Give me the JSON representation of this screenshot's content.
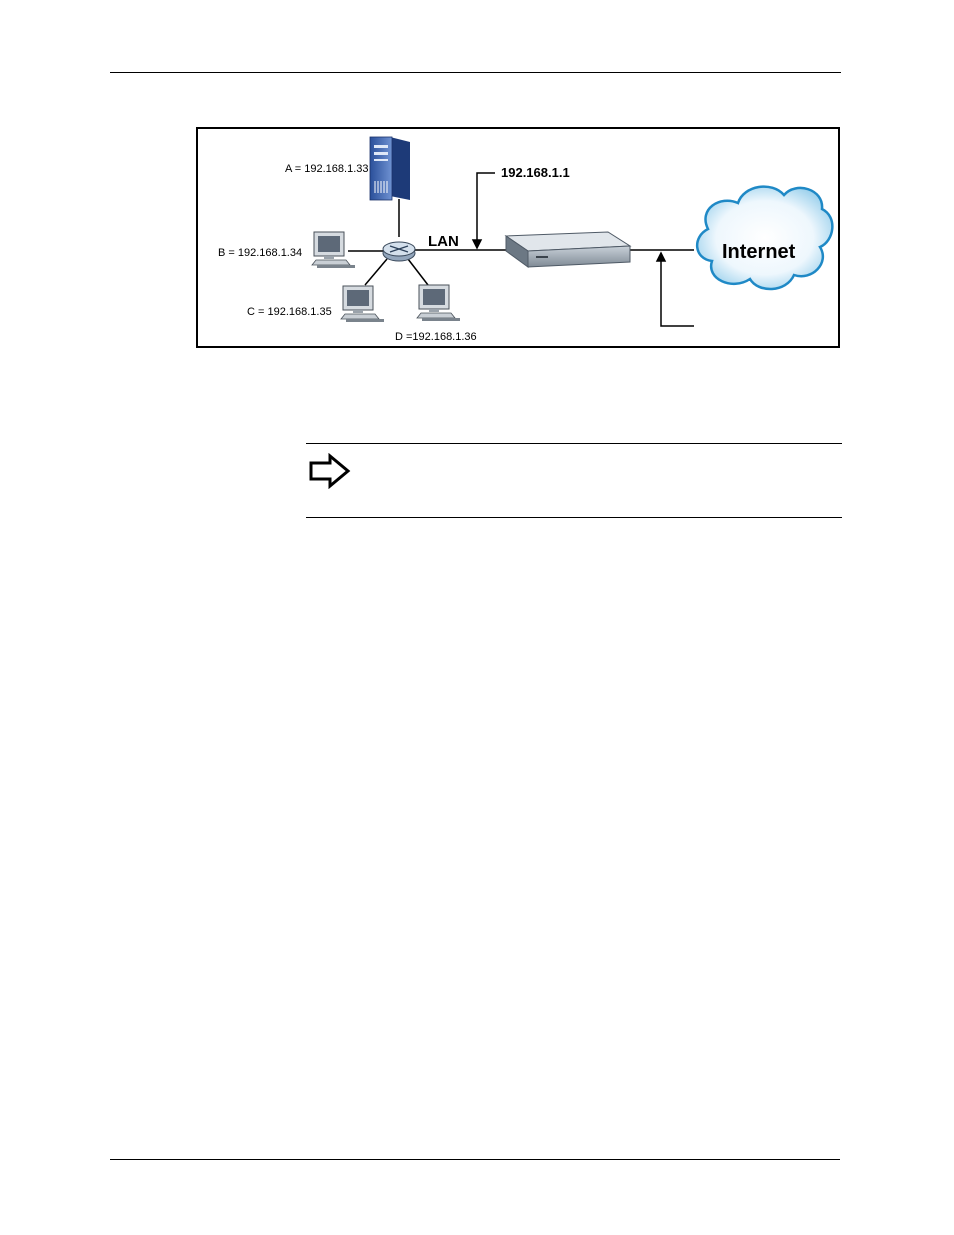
{
  "diagram": {
    "host_a_label": "A = 192.168.1.33",
    "host_b_label": "B = 192.168.1.34",
    "host_c_label": "C  = 192.168.1.35",
    "host_d_label": "D =192.168.1.36",
    "router_lan_ip": "192.168.1.1",
    "lan_label": "LAN",
    "internet_label": "Internet"
  },
  "note": {
    "icon": "note-arrow-icon"
  }
}
